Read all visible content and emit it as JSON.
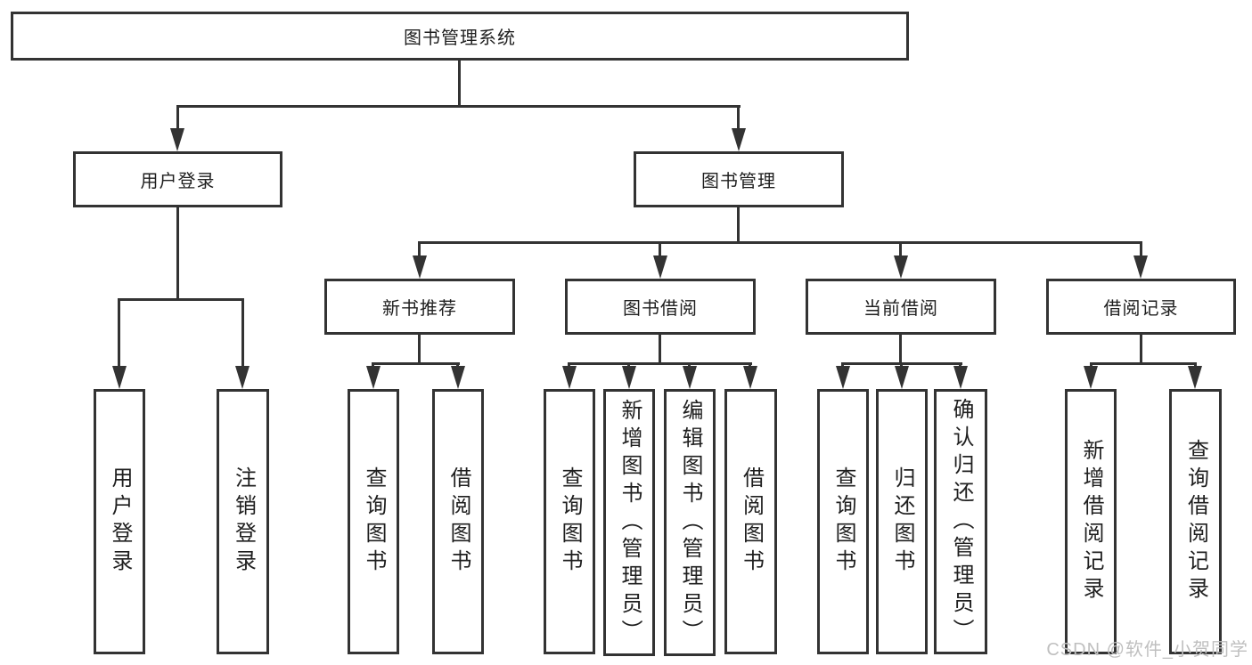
{
  "colors": {
    "line": "#333333",
    "text": "#1f1f1f",
    "background": "#ffffff",
    "watermark": "#bfbfbf"
  },
  "tree": {
    "root": {
      "label": "图书管理系统"
    },
    "branches": [
      {
        "label": "用户登录",
        "children": [
          {
            "label": "用户登录"
          },
          {
            "label": "注销登录"
          }
        ]
      },
      {
        "label": "图书管理",
        "sections": [
          {
            "label": "新书推荐",
            "children": [
              {
                "label": "查询图书"
              },
              {
                "label": "借阅图书"
              }
            ]
          },
          {
            "label": "图书借阅",
            "children": [
              {
                "label": "查询图书"
              },
              {
                "label": "新增图书（管理员）"
              },
              {
                "label": "编辑图书（管理员）"
              },
              {
                "label": "借阅图书"
              }
            ]
          },
          {
            "label": "当前借阅",
            "children": [
              {
                "label": "查询图书"
              },
              {
                "label": "归还图书"
              },
              {
                "label": "确认归还（管理员）"
              }
            ]
          },
          {
            "label": "借阅记录",
            "children": [
              {
                "label": "新增借阅记录"
              },
              {
                "label": "查询借阅记录"
              }
            ]
          }
        ]
      }
    ]
  },
  "watermark": {
    "text": "CSDN @软件_小贺同学"
  }
}
